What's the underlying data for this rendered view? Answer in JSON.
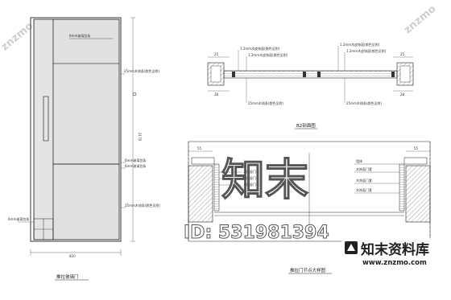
{
  "watermark": {
    "brand_cn": "知末",
    "id_text": "ID: 531981394",
    "corner_site": "znzmo",
    "logo_cn": "知末资料库",
    "logo_url": "www.znzmo.com"
  },
  "front_view": {
    "caption": "推拉玻璃门",
    "height_dim": "2170",
    "width_dim": "820",
    "annotations": [
      "6mm玻璃包条",
      "25mm木线条(颜色见附)",
      "6mm玻璃包条",
      "6mm玻璃包条",
      "25mm木线条(颜色见附)",
      "6mm玻璃包条"
    ]
  },
  "section_top": {
    "caption": "B2剖面图",
    "dims": [
      "25",
      "25",
      "28",
      "28"
    ],
    "annotations": [
      "1.2mm木皮饰面(颜色见附)",
      "1.2mm木皮饰面(颜色见附)",
      "25mm木线条(颜色见附)",
      "1.2mm木皮饰面(颜色见附)",
      "1.2mm木皮饰面(颜色见附)",
      "25mm木线条(颜色见附)"
    ]
  },
  "section_bottom": {
    "caption": "推拉门节点大样图",
    "dims": [
      "55",
      "55"
    ],
    "annotations": [
      "木饰面门套",
      "木饰面门套",
      "木饰面门套",
      "墙体",
      "木饰面门套",
      "木饰面门套",
      "木饰面门套"
    ]
  }
}
